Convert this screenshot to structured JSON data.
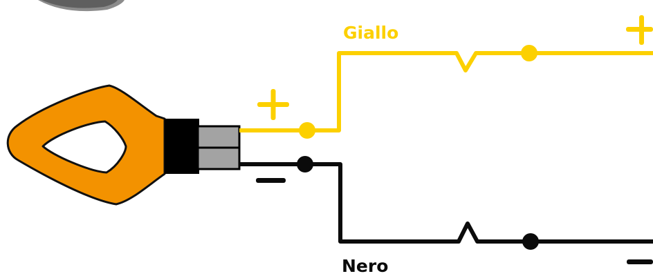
{
  "wires": {
    "yellow": {
      "label": "Giallo",
      "color": "#fcd000"
    },
    "black": {
      "label": "Nero",
      "color": "#0b0b0b"
    }
  },
  "indicator": {
    "body_color": "#f39200",
    "outline_color": "#111111",
    "connector_colors": [
      "#000000",
      "#a3a3a3"
    ]
  },
  "symbols": {
    "positive": "plus-sign",
    "negative": "minus-sign"
  }
}
